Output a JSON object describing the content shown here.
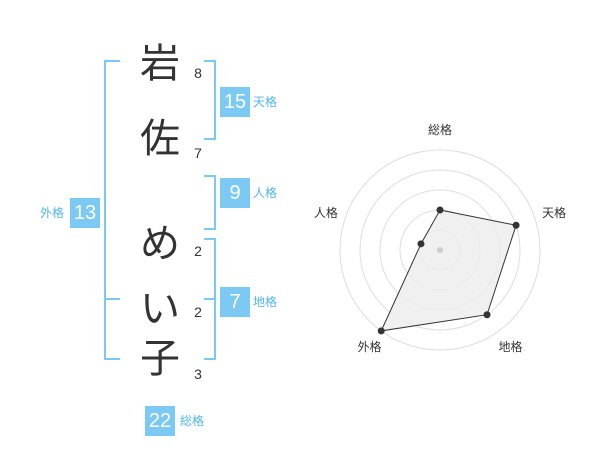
{
  "name_chars": [
    {
      "char": "岩",
      "strokes": "8"
    },
    {
      "char": "佐",
      "strokes": "7"
    },
    {
      "char": "め",
      "strokes": "2"
    },
    {
      "char": "い",
      "strokes": "2"
    },
    {
      "char": "子",
      "strokes": "3"
    }
  ],
  "fortunes": {
    "tenkaku": {
      "value": "15",
      "label": "天格"
    },
    "jinkaku": {
      "value": "9",
      "label": "人格"
    },
    "chikaku": {
      "value": "7",
      "label": "地格"
    },
    "gaikaku": {
      "value": "13",
      "label": "外格"
    },
    "soukaku": {
      "value": "22",
      "label": "総格"
    }
  },
  "chart_data": {
    "type": "radar",
    "axes": [
      "総格",
      "天格",
      "地格",
      "外格",
      "人格"
    ],
    "values": [
      2,
      4,
      4,
      5,
      1
    ],
    "max": 5,
    "rings": 5,
    "colors": {
      "fill": "#ececec",
      "line": "#333333",
      "grid": "#dddddd",
      "center": "#cccccc"
    }
  },
  "colors": {
    "accent": "#7ccaf3",
    "accent_text": "#4fb6ea"
  }
}
